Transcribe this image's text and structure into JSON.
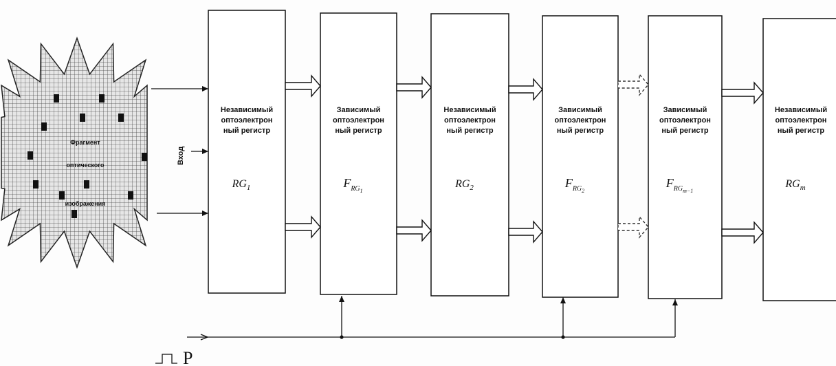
{
  "source_image": {
    "fragment_label_lines": [
      "Фрагмент",
      "оптического",
      "изображения"
    ]
  },
  "input_label": "Вход",
  "clock_label": "P",
  "blocks": [
    {
      "title_lines": [
        "Независимый",
        "оптоэлектрон",
        "ный регистр"
      ],
      "symbol": "RG",
      "subscript": "1"
    },
    {
      "title_lines": [
        "Зависимый",
        "оптоэлектрон",
        "ный регистр"
      ],
      "symbol": "F",
      "subscript": "RG",
      "sub_sub": "1"
    },
    {
      "title_lines": [
        "Независимый",
        "оптоэлектрон",
        "ный регистр"
      ],
      "symbol": "RG",
      "subscript": "2"
    },
    {
      "title_lines": [
        "Зависимый",
        "оптоэлектрон",
        "ный регистр"
      ],
      "symbol": "F",
      "subscript": "RG",
      "sub_sub": "2"
    },
    {
      "title_lines": [
        "Зависимый",
        "оптоэлектрон",
        "ный регистр"
      ],
      "symbol": "F",
      "subscript": "RG",
      "sub_sub": "m−1"
    },
    {
      "title_lines": [
        "Независимый",
        "оптоэлектрон",
        "ный регистр"
      ],
      "symbol": "RG",
      "subscript": "m"
    }
  ],
  "colors": {
    "line": "#111111",
    "grid": "#555555",
    "star_fill": "#d9d9d9",
    "dashed_arrow": "#333333"
  }
}
